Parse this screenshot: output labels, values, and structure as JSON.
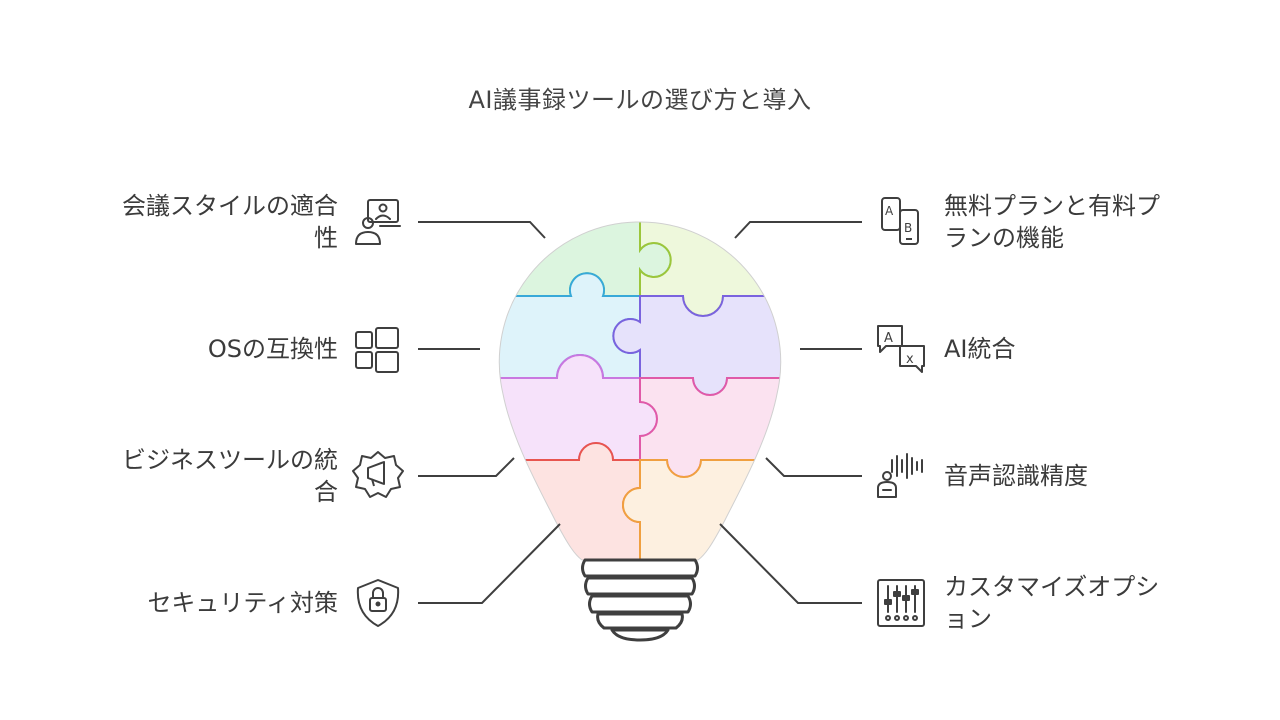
{
  "title": "AI議事録ツールの選び方と導入",
  "left_items": [
    {
      "label": "会議スタイルの適合性",
      "icon": "video-conference-user-icon"
    },
    {
      "label": "OSの互換性",
      "icon": "windows-logo-icon"
    },
    {
      "label": "ビジネスツールの統合",
      "icon": "megaphone-gear-icon"
    },
    {
      "label": "セキュリティ対策",
      "icon": "shield-lock-icon"
    }
  ],
  "right_items": [
    {
      "label": "無料プランと有料プランの機能",
      "icon": "phone-translation-icon"
    },
    {
      "label": "AI統合",
      "icon": "translate-icon"
    },
    {
      "label": "音声認識精度",
      "icon": "voice-robot-icon"
    },
    {
      "label": "カスタマイズオプション",
      "icon": "sliders-icon"
    }
  ],
  "colors": {
    "piece_tl": "#dcf5df",
    "piece_tl_stroke": "#4cc36a",
    "piece_tr": "#eef8dc",
    "piece_tr_stroke": "#9cc63c",
    "piece_ml": "#def3fa",
    "piece_ml_stroke": "#38a9d8",
    "piece_mr": "#e6e2fb",
    "piece_mr_stroke": "#7a63de",
    "piece_lml": "#f6e2fa",
    "piece_lml_stroke": "#c978e0",
    "piece_lmr": "#fbe2f0",
    "piece_lmr_stroke": "#e05aa8",
    "piece_bl": "#fde3e1",
    "piece_bl_stroke": "#e8554f",
    "piece_br": "#fdf0e0",
    "piece_br_stroke": "#f0a040",
    "line": "#3f3f3f"
  }
}
